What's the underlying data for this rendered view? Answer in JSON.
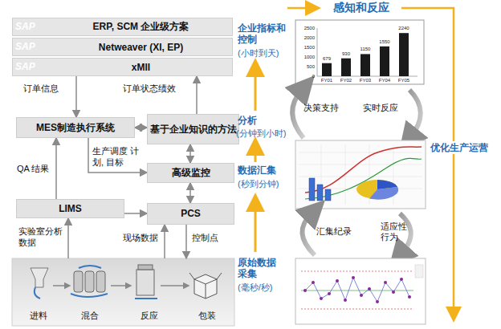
{
  "diagram": {
    "title": "感知和反应",
    "nodes": [
      {
        "text": [
          "ERP, SCM 企业级方案"
        ]
      },
      {
        "text": [
          "Netweaver (XI, EP)"
        ]
      },
      {
        "text": [
          "xMII"
        ]
      },
      {
        "text": [
          "MES制造执行系统"
        ]
      },
      {
        "text": [
          "基于企业知识的方法"
        ]
      },
      {
        "text": [
          "高级监控"
        ]
      },
      {
        "text": [
          "LIMS"
        ]
      },
      {
        "text": [
          "PCS"
        ]
      },
      {
        "text": [
          "进料",
          "混合",
          "反应",
          "包装"
        ]
      }
    ],
    "edges": [
      {
        "from": 2,
        "to": 3,
        "arrow": "to",
        "label": "订单信息"
      },
      {
        "from": 4,
        "to": 2,
        "arrow": "to",
        "label": "订单状态绩效"
      },
      {
        "from": 3,
        "to": 4,
        "arrow": "both"
      },
      {
        "from": 4,
        "to": 5,
        "arrow": "both"
      },
      {
        "from": 3,
        "to": 5,
        "arrow": "to",
        "label": "生产调度 计划, 目标"
      },
      {
        "from": 6,
        "to": 3,
        "arrow": "to",
        "label": "QA 结果"
      },
      {
        "from": 5,
        "to": 7,
        "arrow": "both"
      },
      {
        "from": 6,
        "to": 7,
        "arrow": "to"
      },
      {
        "from": 8,
        "to": 6,
        "arrow": "to",
        "label": "实验室分析数据"
      },
      {
        "from": 8,
        "to": 7,
        "arrow": "to",
        "label": "现场数据"
      },
      {
        "from": 7,
        "to": 8,
        "arrow": "to",
        "label": "控制点"
      }
    ],
    "labels": [
      "SAP",
      "SAP",
      "SAP",
      "企业指标和控制",
      "(小时到天)",
      "分析",
      "(分钟到小时)",
      "数据汇集",
      "(秒到分钟)",
      "原始数据采集",
      "(毫秒/秒)",
      "2500",
      "2000",
      "1500",
      "1000",
      "500",
      "0",
      "679",
      "930",
      "1150",
      "1550",
      "2240",
      "FY01",
      "FY02",
      "FY03",
      "FY04",
      "FY05",
      "决策支持",
      "实时反应",
      "汇集纪录",
      "适应性行为",
      "优化生产运营"
    ]
  }
}
